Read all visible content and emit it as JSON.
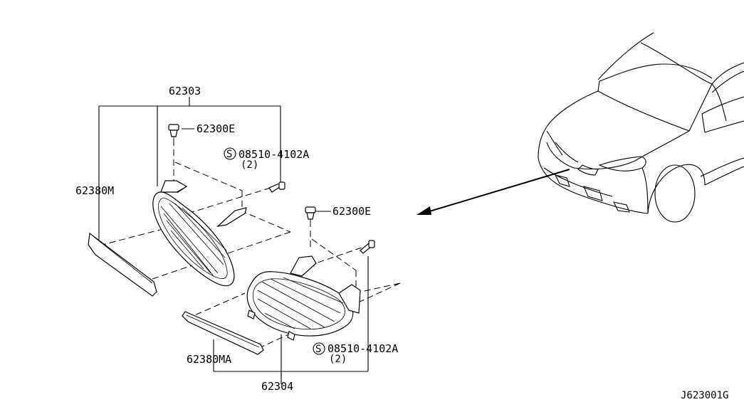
{
  "diagram": {
    "labels": {
      "grille_rh": "62303",
      "grille_lh": "62304",
      "clip_upper": "62300E",
      "clip_lower": "62300E",
      "screw_upper": "08510-4102A",
      "screw_upper_qty": "(2)",
      "screw_lower": "08510-4102A",
      "screw_lower_qty": "(2)",
      "molding_rh": "62380M",
      "molding_lh": "62380MA",
      "screw_symbol": "S",
      "drawing_code": "J623001G"
    },
    "icons": [
      "screw-symbol-icon",
      "clip-icon",
      "screw-icon",
      "arrow-icon",
      "car-illustration"
    ]
  }
}
